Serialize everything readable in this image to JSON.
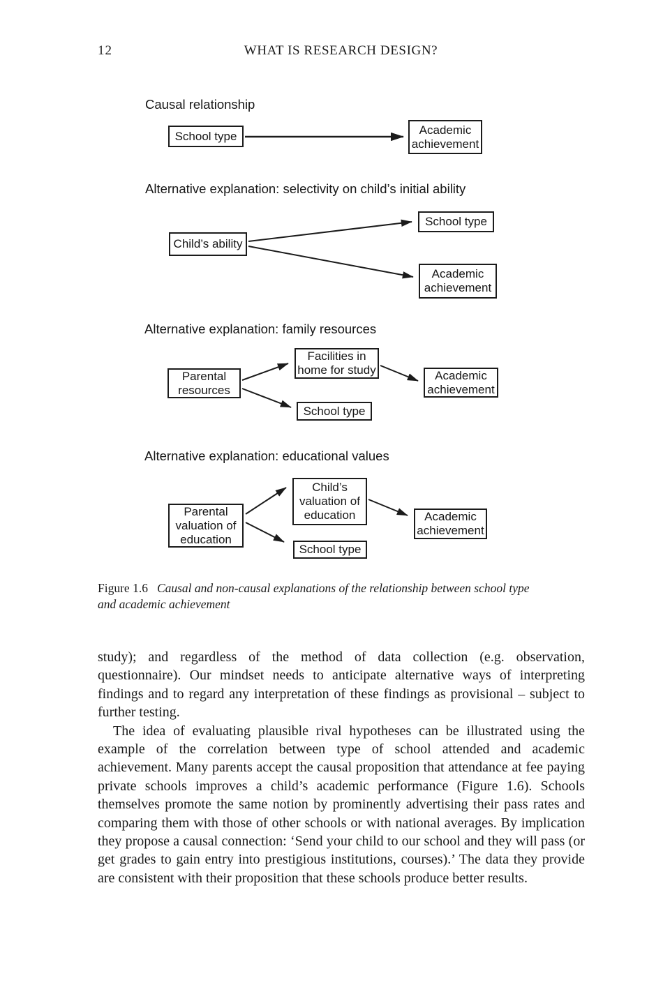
{
  "page": {
    "number": "12",
    "running_title": "WHAT IS RESEARCH DESIGN?"
  },
  "figure": {
    "diagrams": [
      {
        "label": "Causal relationship",
        "boxes": {
          "a": "School type",
          "b": "Academic achievement"
        },
        "edges": [
          [
            "School type",
            "Academic achievement"
          ]
        ]
      },
      {
        "label": "Alternative explanation: selectivity on child’s initial ability",
        "boxes": {
          "a": "Child’s ability",
          "b": "School type",
          "c": "Academic achievement"
        },
        "edges": [
          [
            "Child’s ability",
            "School type"
          ],
          [
            "Child’s ability",
            "Academic achievement"
          ]
        ]
      },
      {
        "label": "Alternative explanation: family resources",
        "boxes": {
          "a": "Parental resources",
          "b": "Facilities in home for study",
          "c": "School type",
          "d": "Academic achievement"
        },
        "edges": [
          [
            "Parental resources",
            "Facilities in home for study"
          ],
          [
            "Parental resources",
            "School type"
          ],
          [
            "Facilities in home for study",
            "Academic achievement"
          ]
        ]
      },
      {
        "label": "Alternative explanation: educational values",
        "boxes": {
          "a": "Parental valuation of education",
          "b": "Child’s valuation of education",
          "c": "School type",
          "d": "Academic achievement"
        },
        "edges": [
          [
            "Parental valuation of education",
            "Child’s valuation of education"
          ],
          [
            "Parental valuation of education",
            "School type"
          ],
          [
            "Child’s valuation of education",
            "Academic achievement"
          ]
        ]
      }
    ],
    "caption": {
      "label": "Figure 1.6",
      "text": "Causal and non-causal explanations of the relationship between school type and academic achievement"
    }
  },
  "body": {
    "paragraphs": [
      "study); and regardless of the method of data collection (e.g. observation, questionnaire). Our mindset needs to anticipate alternative ways of interpreting findings and to regard any interpretation of these findings as provisional – subject to further testing.",
      "The idea of evaluating plausible rival hypotheses can be illustrated using the example of the correlation between type of school attended and academic achievement. Many parents accept the causal proposition that attendance at fee paying private schools improves a child’s academic performance (Figure 1.6). Schools themselves promote the same notion by prominently advertising their pass rates and comparing them with those of other schools or with national averages. By implication they propose a causal connection: ‘Send your child to our school and they will pass (or get grades to gain entry into prestigious institutions, courses).’ The data they provide are consistent with their proposition that these schools produce better results."
    ]
  }
}
